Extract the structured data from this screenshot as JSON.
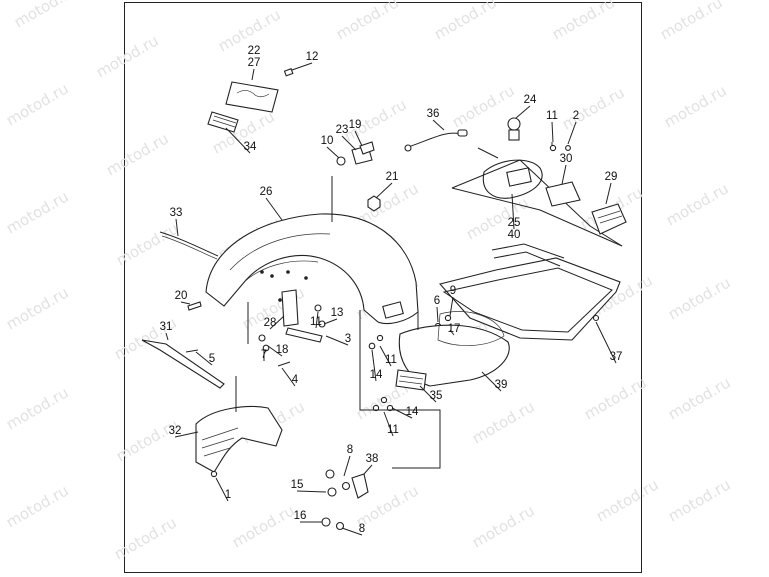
{
  "watermark": "motod.ru",
  "callouts": [
    "22",
    "27",
    "12",
    "34",
    "36",
    "24",
    "11",
    "2",
    "10",
    "23",
    "19",
    "21",
    "30",
    "29",
    "26",
    "33",
    "25",
    "40",
    "20",
    "31",
    "9",
    "6",
    "17",
    "28",
    "11",
    "13",
    "3",
    "5",
    "7",
    "18",
    "4",
    "37",
    "11",
    "14",
    "35",
    "39",
    "14",
    "11",
    "32",
    "8",
    "38",
    "15",
    "1",
    "16",
    "8"
  ],
  "colors": {
    "line": "#222222",
    "watermark": "#e2e2e2",
    "background": "#ffffff"
  }
}
